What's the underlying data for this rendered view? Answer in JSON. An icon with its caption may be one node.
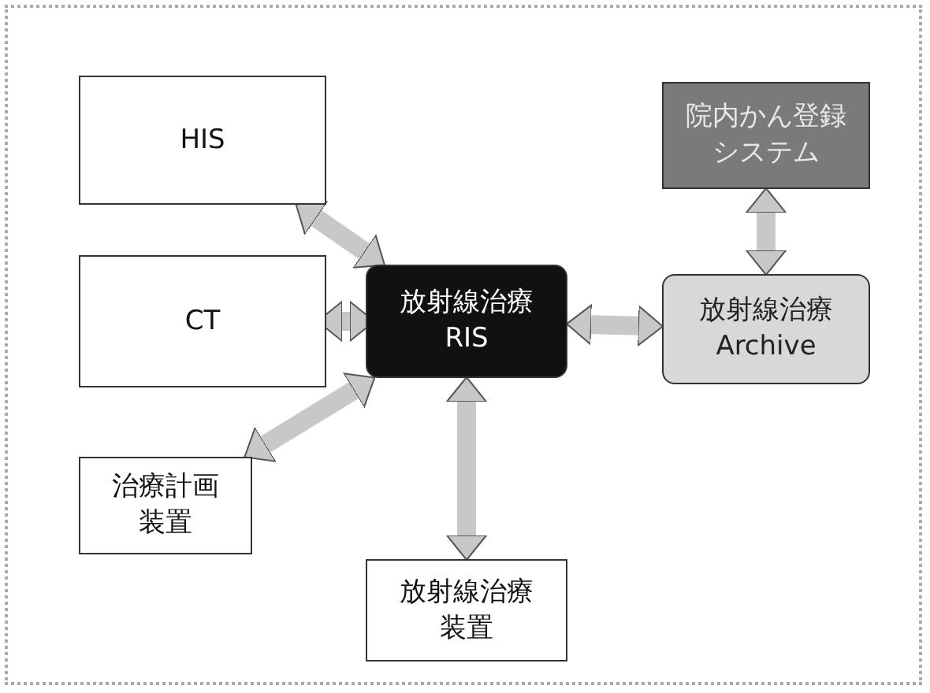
{
  "diagram": {
    "nodes": [
      {
        "text": [
          "HIS"
        ]
      },
      {
        "text": [
          "院内かん登録システム"
        ]
      },
      {
        "text": [
          "CT"
        ]
      },
      {
        "text": [
          "放射線治療 RIS"
        ]
      },
      {
        "text": [
          "放射線治療 Archive"
        ]
      },
      {
        "text": [
          "治療計画装置"
        ]
      },
      {
        "text": [
          "放射線治療装置"
        ]
      }
    ],
    "edges": [
      {
        "from": 0,
        "to": 3,
        "arrow": "both"
      },
      {
        "from": 2,
        "to": 3,
        "arrow": "both"
      },
      {
        "from": 5,
        "to": 3,
        "arrow": "both"
      },
      {
        "from": 3,
        "to": 6,
        "arrow": "both"
      },
      {
        "from": 3,
        "to": 4,
        "arrow": "both"
      },
      {
        "from": 1,
        "to": 4,
        "arrow": "both"
      }
    ]
  }
}
